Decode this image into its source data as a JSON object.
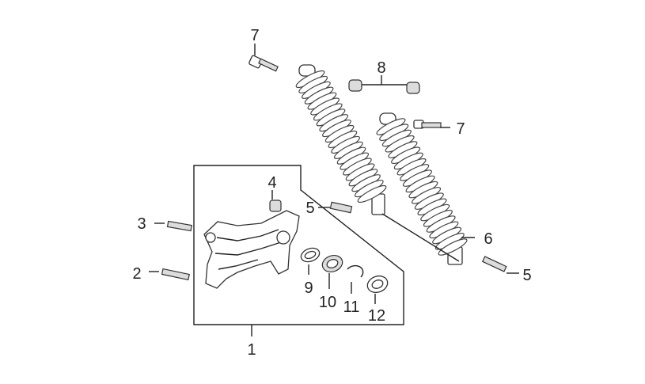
{
  "callouts": {
    "c1": "1",
    "c2": "2",
    "c3": "3",
    "c4": "4",
    "c5a": "5",
    "c5b": "5",
    "c6": "6",
    "c7a": "7",
    "c7b": "7",
    "c8": "8",
    "c9": "9",
    "c10": "10",
    "c11": "11",
    "c12": "12"
  },
  "colors": {
    "line": "#222222",
    "part_fill": "#ffffff",
    "shade": "#dcdcdc"
  }
}
